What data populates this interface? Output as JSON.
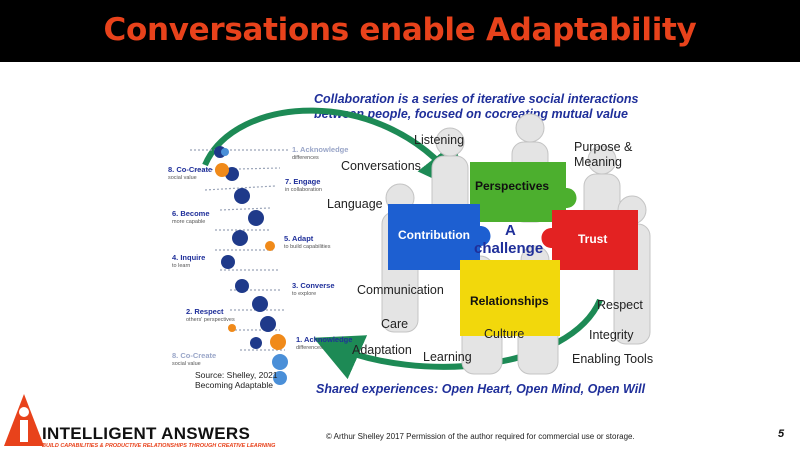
{
  "slide": {
    "title": "Conversations enable Adaptability",
    "collab_line1": "Collaboration is a series of iterative social interactions",
    "collab_line2": "between people, focused on cocreating mutual value",
    "shared": "Shared experiences: Open Heart, Open Mind, Open Will",
    "page_number": "5",
    "copyright": "© Arthur Shelley 2017 Permission of the author required for commercial use or storage."
  },
  "words": {
    "listening": "Listening",
    "purpose_line1": "Purpose &",
    "purpose_line2": "Meaning",
    "conversations": "Conversations",
    "language": "Language",
    "communication": "Communication",
    "care": "Care",
    "adaptation": "Adaptation",
    "learning": "Learning",
    "culture": "Culture",
    "respect": "Respect",
    "integrity": "Integrity",
    "enabling_tools": "Enabling Tools"
  },
  "puzzle": {
    "perspectives": "Perspectives",
    "contribution": "Contribution",
    "trust": "Trust",
    "relationships": "Relationships",
    "center_line1": "A",
    "center_line2": "challenge",
    "colors": {
      "perspectives": "#4caf2e",
      "contribution": "#1d5fd1",
      "trust": "#e32222",
      "relationships": "#f2d80c"
    }
  },
  "helix": {
    "steps": [
      {
        "id": "ack-top",
        "label": "1. Acknowledge",
        "sub": "differences",
        "faded": true
      },
      {
        "id": "cocreate-top",
        "label": "8. Co-Create",
        "sub": "social value",
        "faded": false
      },
      {
        "id": "engage",
        "label": "7. Engage",
        "sub": "in collaboration",
        "faded": false
      },
      {
        "id": "become",
        "label": "6. Become",
        "sub": "more capable",
        "faded": false
      },
      {
        "id": "adapt",
        "label": "5. Adapt",
        "sub": "to build capabilities",
        "faded": false
      },
      {
        "id": "inquire",
        "label": "4. Inquire",
        "sub": "to learn",
        "faded": false
      },
      {
        "id": "converse",
        "label": "3. Converse",
        "sub": "to explore",
        "faded": false
      },
      {
        "id": "respect",
        "label": "2. Respect",
        "sub": "others' perspectives",
        "faded": false
      },
      {
        "id": "ack-bottom",
        "label": "1. Acknowledge",
        "sub": "differences",
        "faded": false
      },
      {
        "id": "cocreate-bottom",
        "label": "8. Co-Create",
        "sub": "social value",
        "faded": true
      }
    ],
    "source_line1": "Source: Shelley, 2021",
    "source_line2": "Becoming Adaptable"
  },
  "brand": {
    "name": "INTELLIGENT ANSWERS",
    "tagline": "BUILD CAPABILITIES & PRODUCTIVE RELATIONSHIPS THROUGH CREATIVE LEARNING",
    "logo_letter": "i",
    "color": "#e8421b"
  }
}
